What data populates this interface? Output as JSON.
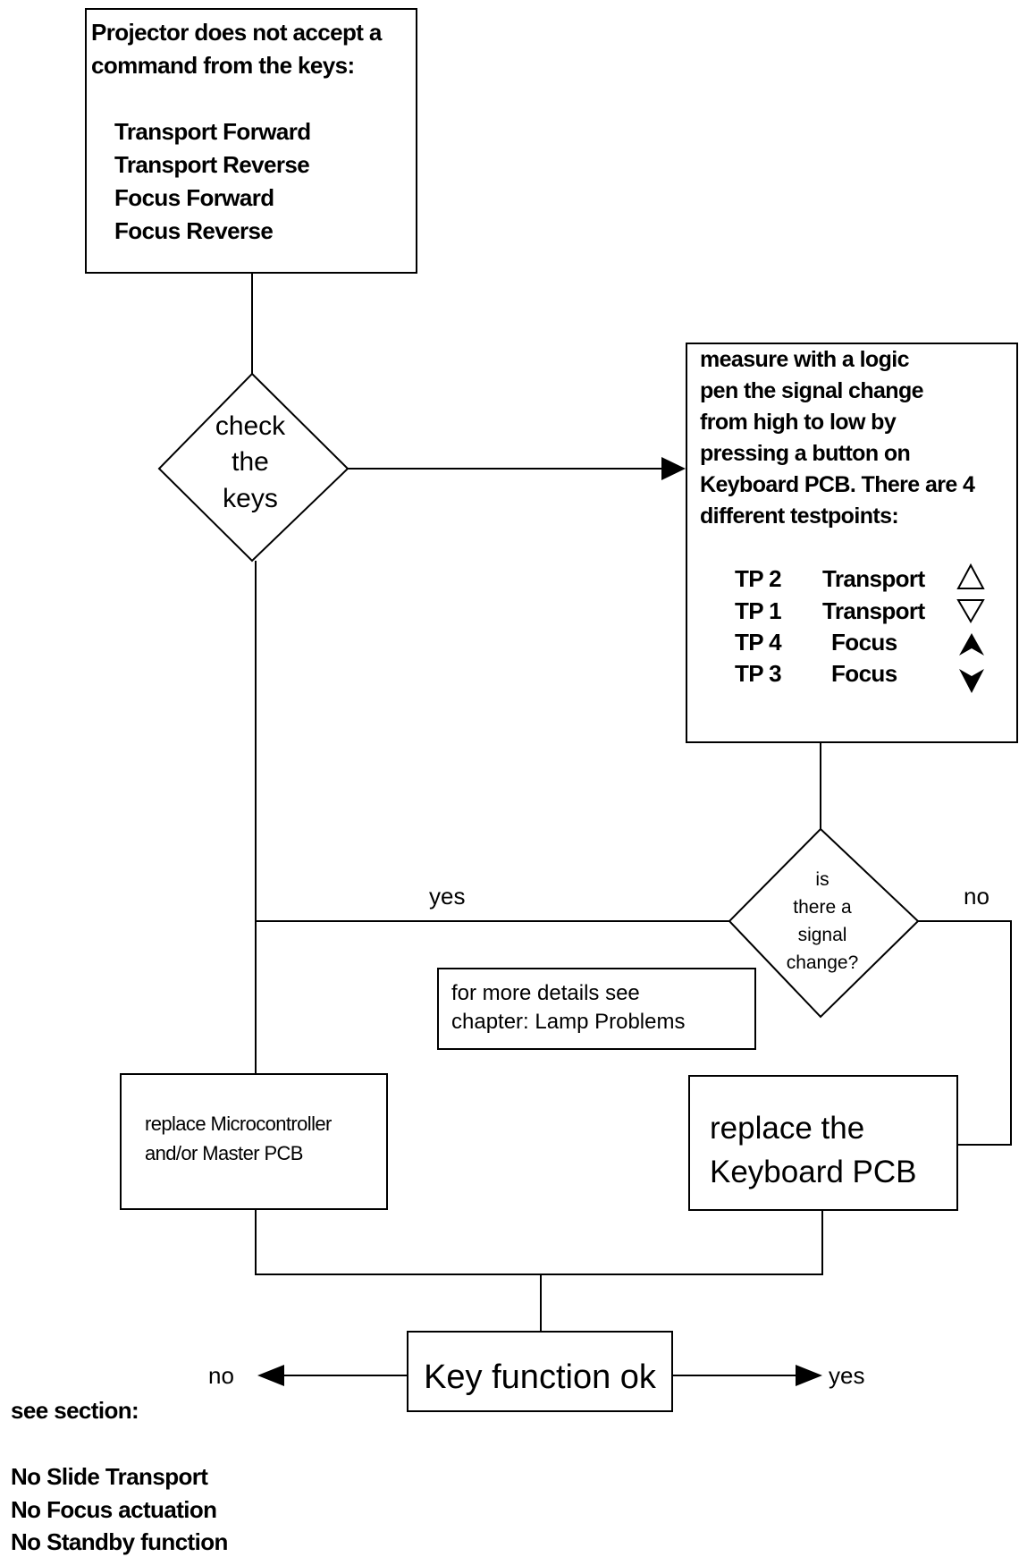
{
  "start_box": {
    "line1": "Projector does not accept a",
    "line2": "command from the keys:",
    "keys": [
      "Transport Forward",
      "Transport Reverse",
      "Focus Forward",
      "Focus Reverse"
    ]
  },
  "decision_check": {
    "line1": "check",
    "line2": "the",
    "line3": "keys"
  },
  "measure_box": {
    "lines": [
      "measure with a logic",
      "pen the signal change",
      "from high to low by",
      "pressing a button on",
      "Keyboard PCB. There are 4",
      "different testpoints:"
    ],
    "testpoints": [
      {
        "tp": "TP 2",
        "name": "Transport",
        "icon": "triangle-up-outline"
      },
      {
        "tp": "TP 1",
        "name": "Transport",
        "icon": "triangle-down-outline"
      },
      {
        "tp": "TP 4",
        "name": "Focus",
        "icon": "double-chevron-up-filled"
      },
      {
        "tp": "TP 3",
        "name": "Focus",
        "icon": "double-chevron-down-filled"
      }
    ]
  },
  "decision_signal": {
    "line1": "is",
    "line2": "there a",
    "line3": "signal",
    "line4": "change?"
  },
  "labels": {
    "yes_signal": "yes",
    "no_signal": "no",
    "no_final": "no",
    "yes_final": "yes"
  },
  "details_note": {
    "line1": "for more details see",
    "line2": "chapter: Lamp Problems"
  },
  "replace_micro": {
    "line1": "replace Microcontroller",
    "line2": "and/or Master PCB"
  },
  "replace_keyboard": {
    "line1": "replace the",
    "line2": "Keyboard PCB"
  },
  "result_box": {
    "label": "Key function ok"
  },
  "see_section": {
    "title": "see section:",
    "items": [
      "No Slide Transport",
      "No Focus actuation",
      "No Standby function"
    ]
  }
}
